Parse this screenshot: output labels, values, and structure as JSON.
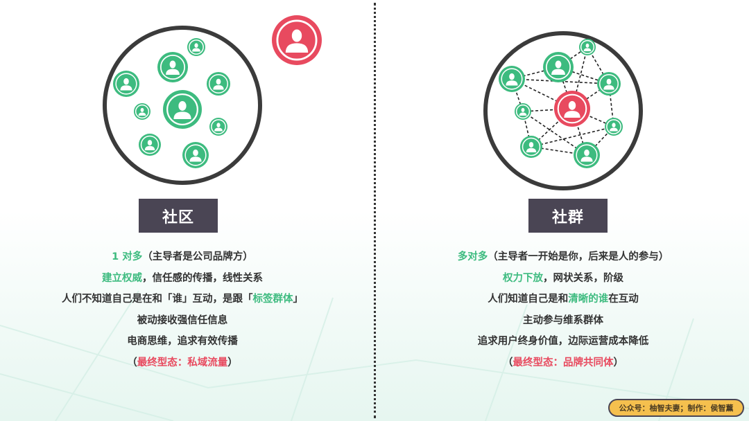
{
  "left": {
    "label": "社区",
    "lines": [
      [
        {
          "t": "1 对多",
          "c": "g"
        },
        {
          "t": "（主导者是公司品牌方）",
          "c": ""
        }
      ],
      [
        {
          "t": "建立权威",
          "c": "g"
        },
        {
          "t": "，信任感的传播，线性关系",
          "c": ""
        }
      ],
      [
        {
          "t": "人们不知道自己是在和「谁」互动，是跟「",
          "c": ""
        },
        {
          "t": "标签群体",
          "c": "g"
        },
        {
          "t": "」",
          "c": ""
        }
      ],
      [
        {
          "t": "被动接收强信任信息",
          "c": ""
        }
      ],
      [
        {
          "t": "电商思维，追求有效传播",
          "c": ""
        }
      ],
      [
        {
          "t": "（",
          "c": ""
        },
        {
          "t": "最终型态：私域流量",
          "c": "r"
        },
        {
          "t": "）",
          "c": ""
        }
      ]
    ]
  },
  "right": {
    "label": "社群",
    "lines": [
      [
        {
          "t": "多对多",
          "c": "g"
        },
        {
          "t": "（主导者一开始是你，后来是人的参与）",
          "c": ""
        }
      ],
      [
        {
          "t": "权力下放",
          "c": "g"
        },
        {
          "t": "，网状关系，阶级",
          "c": ""
        }
      ],
      [
        {
          "t": "人们知道自己是和",
          "c": ""
        },
        {
          "t": "清晰的谁",
          "c": "g"
        },
        {
          "t": "在互动",
          "c": ""
        }
      ],
      [
        {
          "t": "主动参与维系群体",
          "c": ""
        }
      ],
      [
        {
          "t": "追求用户终身价值，边际运营成本降低",
          "c": ""
        }
      ],
      [
        {
          "t": "（",
          "c": ""
        },
        {
          "t": "最终型态：品牌共同体",
          "c": "r"
        },
        {
          "t": "）",
          "c": ""
        }
      ]
    ]
  },
  "credit": "公众号：柚智夫妻；制作：侯智薰",
  "colors": {
    "green": "#3dbb7f",
    "red": "#e84a5f",
    "dark": "#4a4554",
    "badge": "#f5c04e"
  }
}
